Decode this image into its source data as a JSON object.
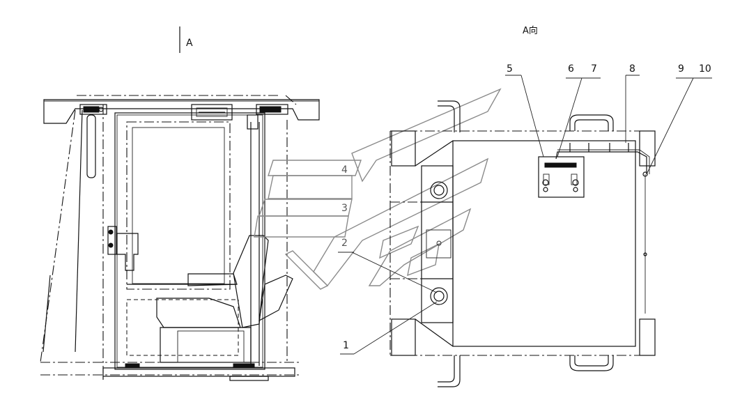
{
  "view": {
    "section_letter": "A",
    "view_title": "A向"
  },
  "callouts": [
    "1",
    "2",
    "3",
    "4",
    "5",
    "6",
    "7",
    "8",
    "9",
    "10"
  ]
}
